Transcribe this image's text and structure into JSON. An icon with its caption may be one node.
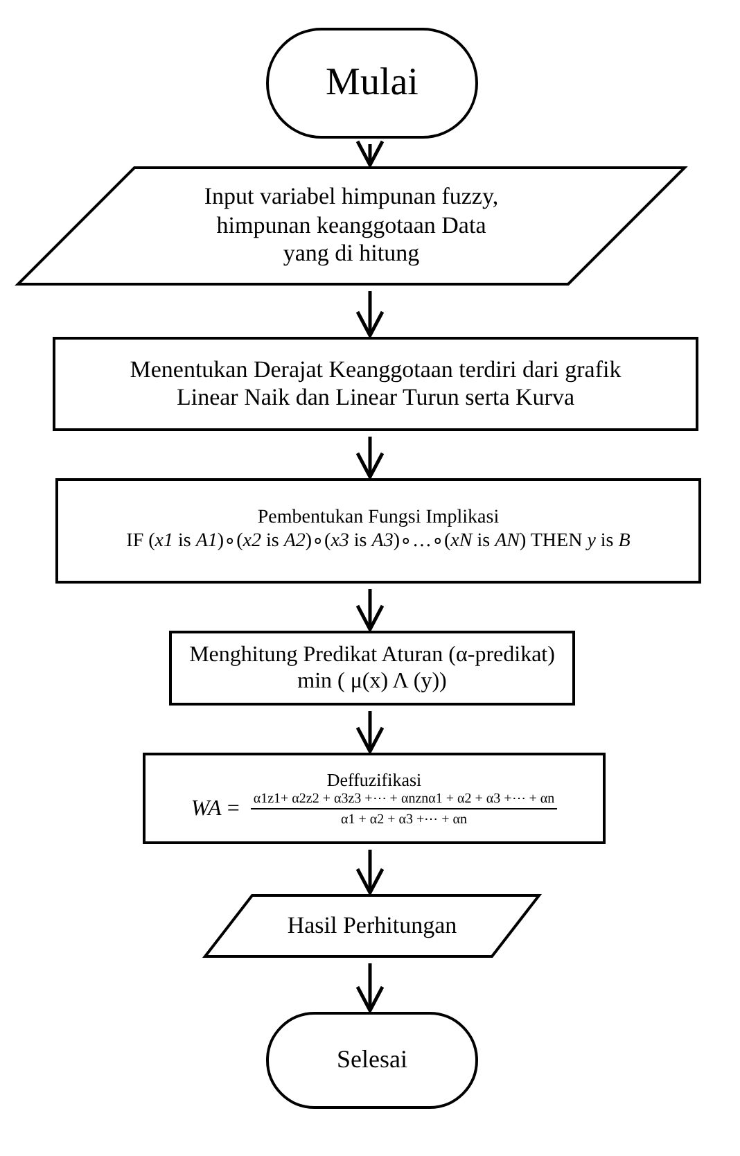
{
  "diagram": {
    "nodes": [
      {
        "text": [
          "Mulai"
        ]
      },
      {
        "text": [
          "Input variabel himpunan fuzzy, himpunan keanggotaan Data yang di hitung"
        ]
      },
      {
        "text": [
          "Menentukan Derajat Keanggotaan terdiri dari grafik Linear Naik dan Linear Turun serta Kurva"
        ]
      },
      {
        "text": [
          "Pembentukan Fungsi Implikasi",
          "IF (*x1* is *A1*)∘(*x2* is *A2*)∘(*x3* is *A3*)∘…∘(*xN* is *AN*) THEN *y* is *B*"
        ]
      },
      {
        "text": [
          "Menghitung Predikat Aturan (α-predikat)",
          "min ( μ(x) Λ (y))"
        ]
      },
      {
        "text": [
          "Deffuzifikasi",
          "*WA* =",
          "α1z1+ α2z2 + α3z3 +⋯ + αnznα1 + α2 + α3 +⋯ + αn",
          "α1 + α2 + α3 +⋯ + αn"
        ]
      },
      {
        "text": [
          "Hasil Perhitungan"
        ]
      },
      {
        "text": [
          "Selesai"
        ]
      }
    ],
    "edges": [
      {
        "from": 0,
        "to": 1,
        "arrow": "to"
      },
      {
        "from": 1,
        "to": 2,
        "arrow": "to"
      },
      {
        "from": 2,
        "to": 3,
        "arrow": "to"
      },
      {
        "from": 3,
        "to": 4,
        "arrow": "to"
      },
      {
        "from": 4,
        "to": 5,
        "arrow": "to"
      },
      {
        "from": 5,
        "to": 6,
        "arrow": "to"
      },
      {
        "from": 6,
        "to": 7,
        "arrow": "to"
      }
    ]
  }
}
